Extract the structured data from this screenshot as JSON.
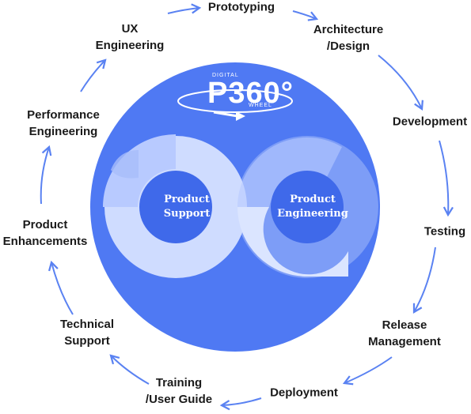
{
  "brand": {
    "top_text": "DIGITAL",
    "main_text": "P360°",
    "sub_text": "WHEEL"
  },
  "center": {
    "left_label": [
      "Product",
      "Support"
    ],
    "right_label": [
      "Product",
      "Engineering"
    ]
  },
  "cycle": [
    {
      "lines": [
        "Prototyping"
      ]
    },
    {
      "lines": [
        "Architecture",
        "/Design"
      ]
    },
    {
      "lines": [
        "Development"
      ]
    },
    {
      "lines": [
        "Testing"
      ]
    },
    {
      "lines": [
        "Release",
        "Management"
      ]
    },
    {
      "lines": [
        "Deployment"
      ]
    },
    {
      "lines": [
        "Training",
        "/User Guide"
      ]
    },
    {
      "lines": [
        "Technical",
        "Support"
      ]
    },
    {
      "lines": [
        "Product",
        "Enhancements"
      ]
    },
    {
      "lines": [
        "Performance",
        "Engineering"
      ]
    },
    {
      "lines": [
        "UX",
        "Engineering"
      ]
    }
  ],
  "colors": {
    "circle": "#4f79f3",
    "ring_light": "#cfdcff",
    "ring_mid": "#a7bdfa",
    "inner_dot": "#3f69ea",
    "arrow": "#5a82f2"
  }
}
